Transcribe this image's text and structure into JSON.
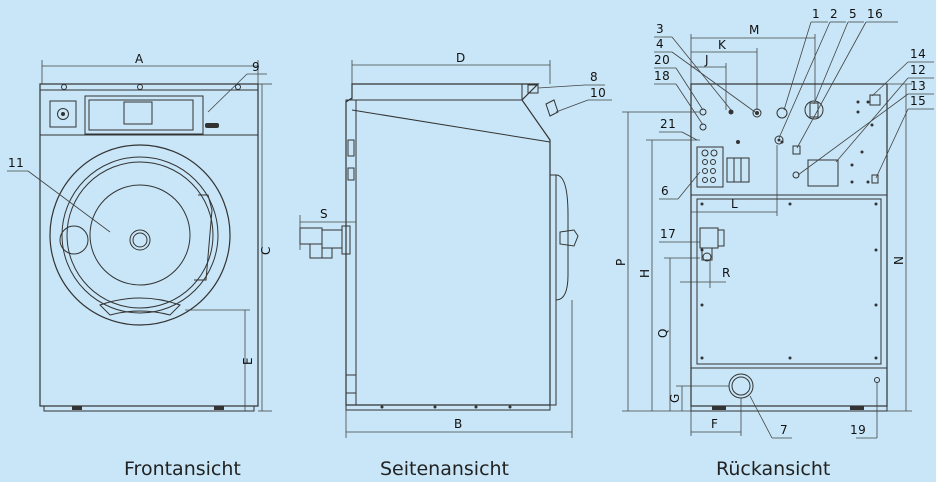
{
  "views": {
    "front": {
      "caption": "Frontansicht",
      "dims": {
        "a": "A",
        "c": "C",
        "e": "E"
      },
      "callouts": {
        "c9": "9",
        "c11": "11"
      }
    },
    "side": {
      "caption": "Seitenansicht",
      "dims": {
        "d": "D",
        "b": "B",
        "s": "S"
      },
      "callouts": {
        "c8": "8",
        "c10": "10"
      }
    },
    "rear": {
      "caption": "Rückansicht",
      "dims": {
        "m": "M",
        "k": "K",
        "j": "J",
        "l": "L",
        "p": "P",
        "h": "H",
        "q": "Q",
        "g": "G",
        "f": "F",
        "r": "R",
        "n": "N"
      },
      "callouts": {
        "c3": "3",
        "c4": "4",
        "c20": "20",
        "c18": "18",
        "c21": "21",
        "c6": "6",
        "c17": "17",
        "c1": "1",
        "c2": "2",
        "c5": "5",
        "c16": "16",
        "c14": "14",
        "c12": "12",
        "c13": "13",
        "c15": "15",
        "c7": "7",
        "c19": "19"
      }
    }
  }
}
